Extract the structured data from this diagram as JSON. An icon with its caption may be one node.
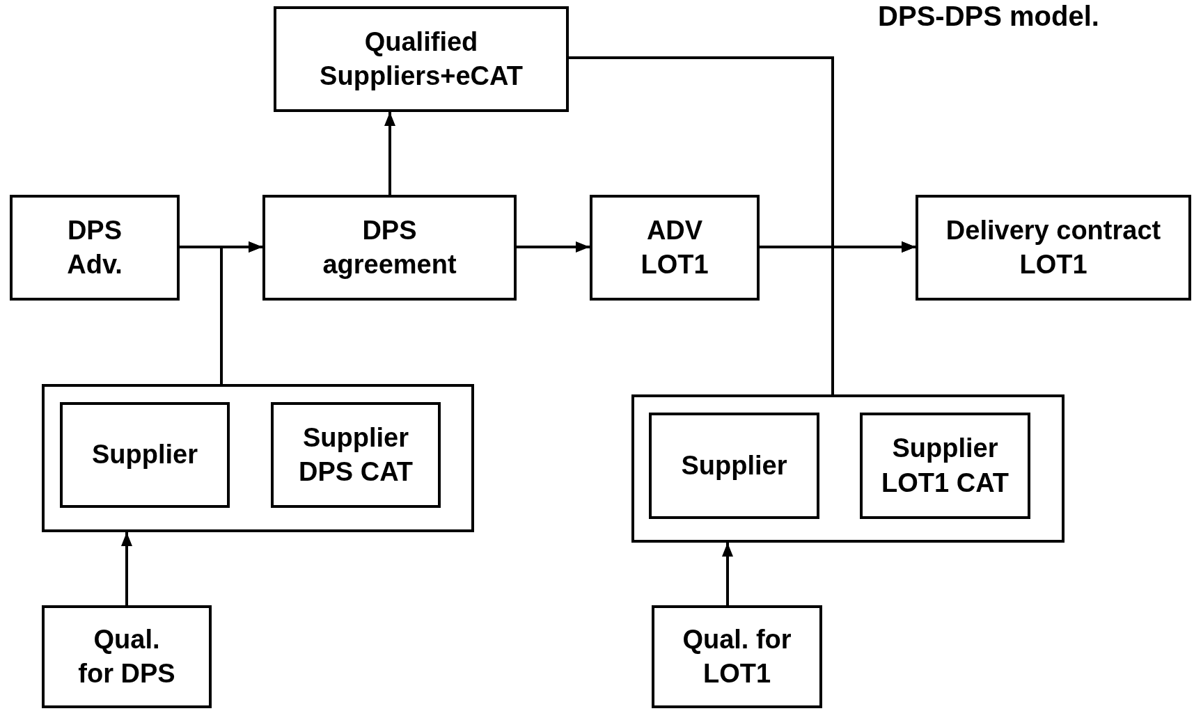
{
  "diagram": {
    "title": "DPS-DPS model.",
    "nodes": [
      {
        "text": [
          "Qualified Suppliers+eCAT"
        ]
      },
      {
        "text": [
          "DPS Adv."
        ]
      },
      {
        "text": [
          "DPS agreement"
        ]
      },
      {
        "text": [
          "ADV LOT1"
        ]
      },
      {
        "text": [
          "Delivery contract LOT1"
        ]
      },
      {
        "text": [],
        "shape": "box"
      },
      {
        "text": [
          "Supplier"
        ],
        "in": 5
      },
      {
        "text": [
          "Supplier DPS CAT"
        ],
        "in": 5
      },
      {
        "text": [
          "Qual. for DPS"
        ]
      },
      {
        "text": [],
        "shape": "box"
      },
      {
        "text": [
          "Supplier"
        ],
        "in": 9
      },
      {
        "text": [
          "Supplier LOT1 CAT"
        ],
        "in": 9
      },
      {
        "text": [
          "Qual. for LOT1"
        ]
      }
    ],
    "edges": [
      {
        "from": 1,
        "to": 2,
        "arrow": "to"
      },
      {
        "from": 5,
        "to": 2,
        "arrow": "to"
      },
      {
        "from": 2,
        "to": 0,
        "arrow": "to"
      },
      {
        "from": 2,
        "to": 3,
        "arrow": "to"
      },
      {
        "from": 3,
        "to": 4,
        "arrow": "to"
      },
      {
        "from": 0,
        "to": 4,
        "arrow": "to"
      },
      {
        "from": 9,
        "to": 4,
        "arrow": "to"
      },
      {
        "from": 8,
        "to": 5,
        "arrow": "to"
      },
      {
        "from": 12,
        "to": 9,
        "arrow": "to"
      }
    ]
  }
}
